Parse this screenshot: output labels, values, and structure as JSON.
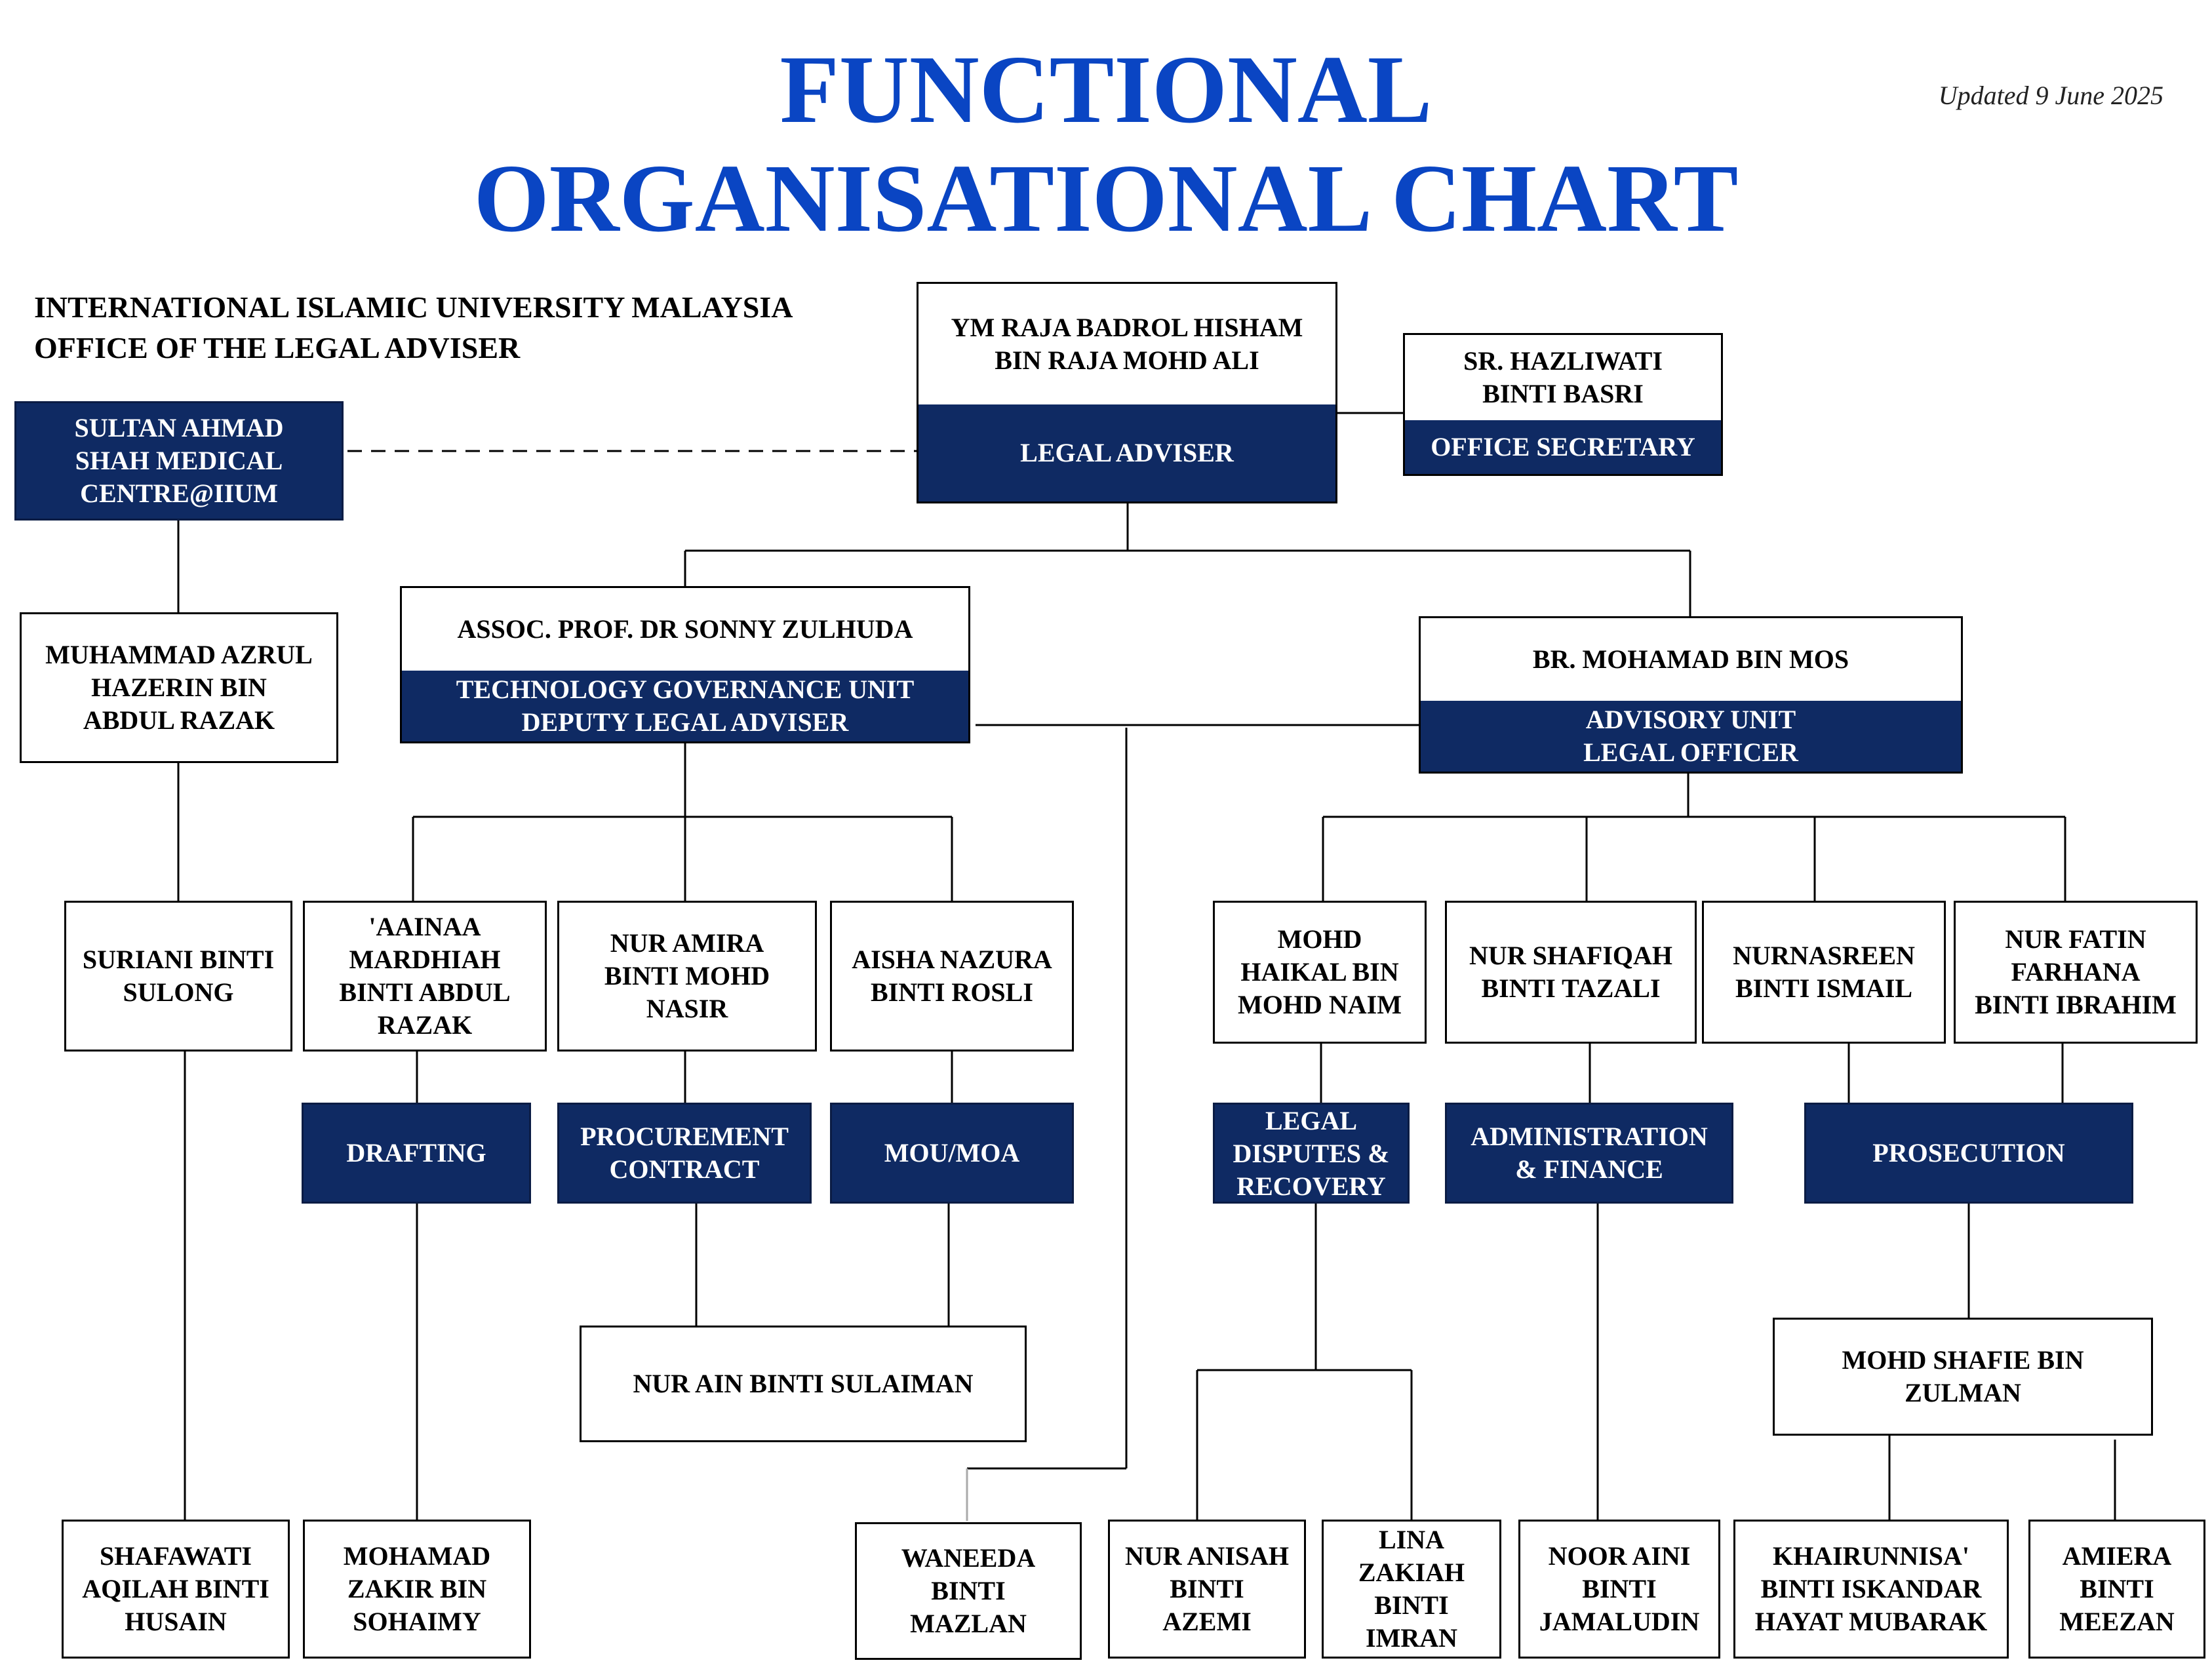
{
  "header": {
    "title_line1": "FUNCTIONAL",
    "title_line2": "ORGANISATIONAL CHART",
    "updated": "Updated 9 June 2025",
    "org_line1": "INTERNATIONAL ISLAMIC UNIVERSITY MALAYSIA",
    "org_line2": "OFFICE OF THE LEGAL ADVISER"
  },
  "colors": {
    "title": "#0a45c3",
    "role_band": "#0f2a63"
  },
  "nodes": {
    "legal_adviser": {
      "name": "YM RAJA BADROL HISHAM\nBIN RAJA MOHD ALI",
      "role": "LEGAL ADVISER"
    },
    "secretary": {
      "name": "SR. HAZLIWATI\nBINTI BASRI",
      "role": "OFFICE SECRETARY"
    },
    "medical_centre": {
      "label": "SULTAN AHMAD\nSHAH MEDICAL\nCENTRE@IIUM"
    },
    "azrul": {
      "name": "MUHAMMAD AZRUL\nHAZERIN BIN\nABDUL RAZAK"
    },
    "sonny": {
      "name": "ASSOC. PROF. DR SONNY ZULHUDA",
      "role": "TECHNOLOGY GOVERNANCE UNIT\nDEPUTY LEGAL ADVISER"
    },
    "mos": {
      "name": "BR. MOHAMAD BIN MOS",
      "role": "ADVISORY UNIT\nLEGAL OFFICER"
    },
    "suriani": {
      "name": "SURIANI BINTI\nSULONG"
    },
    "aainaa": {
      "name": "'AAINAA\nMARDHIAH\nBINTI ABDUL\nRAZAK"
    },
    "amira": {
      "name": "NUR AMIRA\nBINTI MOHD\nNASIR"
    },
    "aisha": {
      "name": "AISHA NAZURA\nBINTI ROSLI"
    },
    "haikal": {
      "name": "MOHD\nHAIKAL BIN\nMOHD NAIM"
    },
    "shafiqah": {
      "name": "NUR SHAFIQAH\nBINTI TAZALI"
    },
    "nurnasreen": {
      "name": "NURNASREEN\nBINTI ISMAIL"
    },
    "fatin": {
      "name": "NUR FATIN\nFARHANA\nBINTI IBRAHIM"
    },
    "drafting": {
      "label": "DRAFTING"
    },
    "procurement": {
      "label": "PROCUREMENT\nCONTRACT"
    },
    "mou": {
      "label": "MOU/MOA"
    },
    "disputes": {
      "label": "LEGAL\nDISPUTES &\nRECOVERY"
    },
    "admin": {
      "label": "ADMINISTRATION\n& FINANCE"
    },
    "prosecution": {
      "label": "PROSECUTION"
    },
    "nurain": {
      "name": "NUR AIN BINTI SULAIMAN"
    },
    "shafie": {
      "name": "MOHD SHAFIE BIN ZULMAN"
    },
    "shafawati": {
      "name": "SHAFAWATI\nAQILAH BINTI\nHUSAIN"
    },
    "zakir": {
      "name": "MOHAMAD\nZAKIR BIN\nSOHAIMY"
    },
    "waneeda": {
      "name": "WANEEDA\nBINTI\nMAZLAN"
    },
    "anisah": {
      "name": "NUR ANISAH\nBINTI\nAZEMI"
    },
    "lina": {
      "name": "LINA\nZAKIAH\nBINTI\nIMRAN"
    },
    "noor_aini": {
      "name": "NOOR AINI\nBINTI\nJAMALUDIN"
    },
    "khairunnisa": {
      "name": "KHAIRUNNISA'\nBINTI ISKANDAR\nHAYAT MUBARAK"
    },
    "amiera": {
      "name": "AMIERA\nBINTI\nMEEZAN"
    }
  }
}
